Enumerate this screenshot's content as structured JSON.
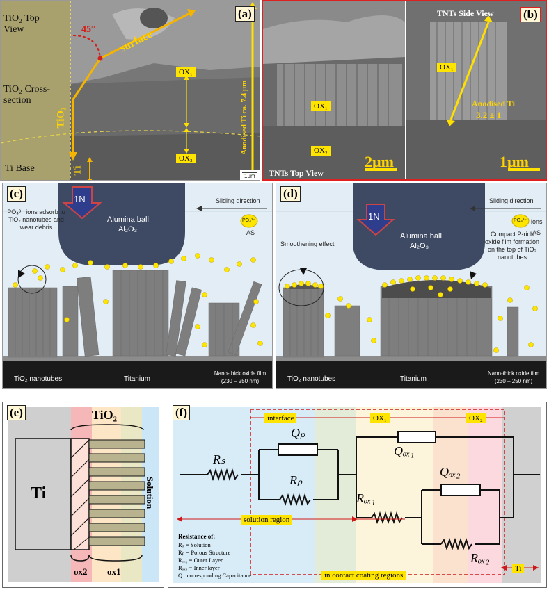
{
  "panel_a": {
    "label": "(a)",
    "side_top_view": "TiO₂ Top View",
    "side_cross_section": "TiO₂ Cross-section",
    "side_ti_base": "Ti Base",
    "angle": "45°",
    "surface": "surface",
    "tio2": "TiO₂",
    "ti": "Ti",
    "ox1": "OX₁",
    "ox2": "OX₂",
    "anodised": "Anodised Ti ca. 7.4 µm",
    "scale": "1µm"
  },
  "panel_b": {
    "label": "(b)",
    "ox1_left": "OX₁",
    "ox2_left": "OX₂",
    "top_view": "TNTs Top View",
    "scale_left": "2µm",
    "side_view": "TNTs Side View",
    "ox1_right": "OX₁",
    "anodised": "Anodised Ti",
    "anodised_value": "3.2 ± 1",
    "scale_right": "1µm"
  },
  "panel_c": {
    "label": "(c)",
    "force": "1N",
    "ball_line1": "Alumina ball",
    "ball_line2": "Al₂O₃",
    "sliding": "Sliding direction",
    "po4": "PO₄³⁻",
    "as": "AS",
    "adsorb": "PO₄³⁻ ions adsorb to TiO₂ nanotubes and wear debris",
    "nanotubes": "TiO₂ nanotubes",
    "titanium": "Titanium",
    "film_line1": "Nano-thick oxide film",
    "film_line2": "(230 – 250 nm)"
  },
  "panel_d": {
    "label": "(d)",
    "force": "1N",
    "ball_line1": "Alumina ball",
    "ball_line2": "Al₂O₃",
    "sliding": "Sliding direction",
    "po4": "PO₄³⁻",
    "ions": "ions",
    "as": "AS",
    "smoothening": "Smoothening effect",
    "compact": "Compact P-rich oxide film formation on the top of TiO₂ nanotubes",
    "nanotubes": "TiO₂ nanotubes",
    "titanium": "Titanium",
    "film_line1": "Nano-thick oxide film",
    "film_line2": "(230 – 250 nm)"
  },
  "panel_e": {
    "label": "(e)",
    "tio2": "TiO₂",
    "ti": "Ti",
    "solution": "Solution",
    "ox2": "ox2",
    "ox1": "ox1"
  },
  "panel_f": {
    "label": "(f)",
    "interface": "interface",
    "ox1": "OX₁",
    "ox2": "OX₂",
    "rs": "Rₛ",
    "qp": "Qₚ",
    "rp": "Rₚ",
    "qox1": "Qₒₓ₁",
    "qox2": "Qₒₓ₂",
    "rox1": "Rₒₓ₁",
    "rox2": "Rₒₓ₂",
    "solution_region": "solution region",
    "ti": "Ti",
    "contact": "in contact coating regions",
    "legend_title": "Resistance of:",
    "legend": [
      "Rₛ = Solution",
      "Rₚ = Porous Structure",
      "Rₒₓ₁ = Outer Layer",
      "Rₒₓ₂ = Inner layer",
      "Q : corresponding Capacitance"
    ]
  }
}
